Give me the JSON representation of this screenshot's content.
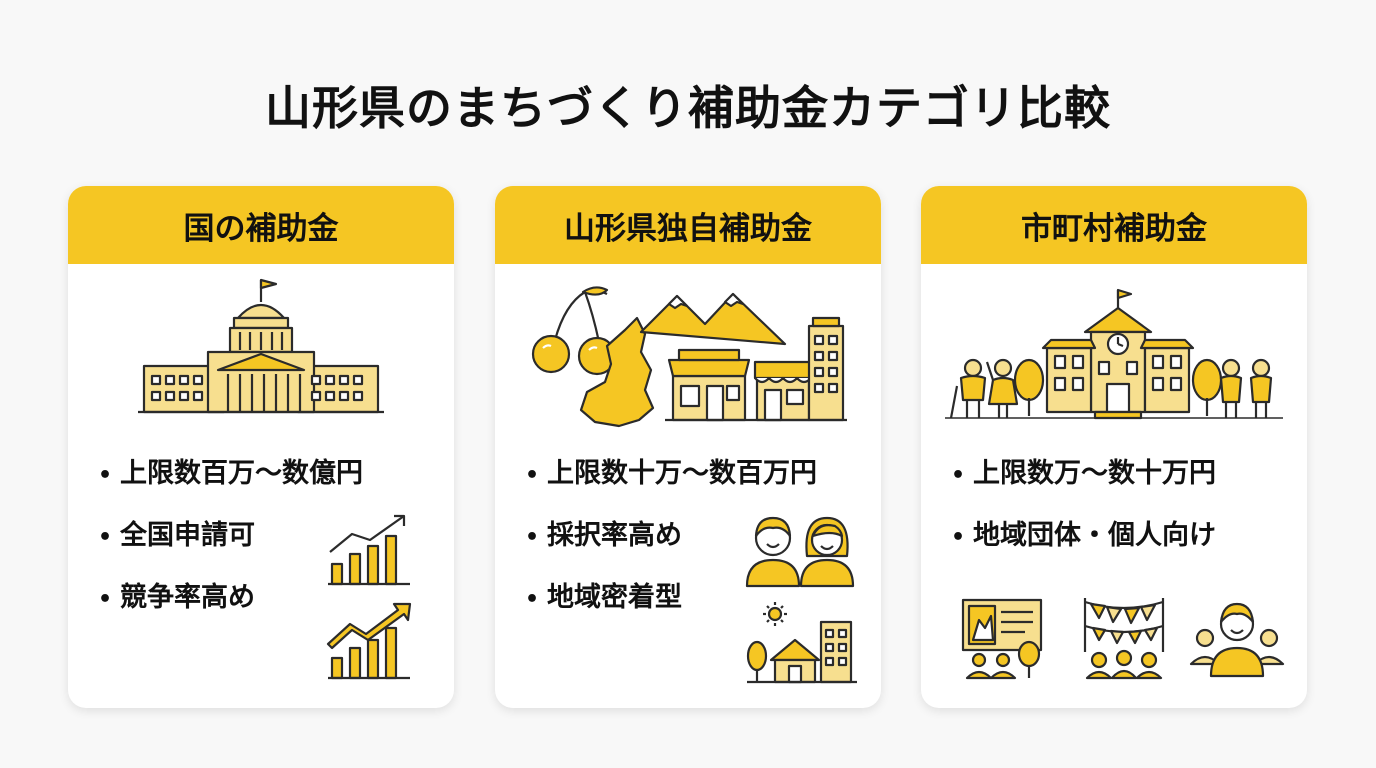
{
  "page_title": "山形県のまちづくり補助金カテゴリ比較",
  "colors": {
    "accent": "#f5c623",
    "icon_fill": "#f7df8f",
    "line": "#2b2b2b"
  },
  "cards": [
    {
      "title": "国の補助金",
      "bullets": [
        "上限数百万〜数億円",
        "全国申請可",
        "競争率高め"
      ],
      "icons": [
        "capitol-building-icon",
        "bar-chart-growth-icon",
        "bar-chart-growth-icon"
      ]
    },
    {
      "title": "山形県独自補助金",
      "bullets": [
        "上限数十万〜数百万円",
        "採択率高め",
        "地域密着型"
      ],
      "icons": [
        "cherry-icon",
        "yamagata-map-icon",
        "mountain-icon",
        "shop-icon",
        "building-icon",
        "people-icon",
        "town-icon"
      ]
    },
    {
      "title": "市町村補助金",
      "bullets": [
        "上限数万〜数十万円",
        "地域団体・個人向け"
      ],
      "icons": [
        "town-hall-icon",
        "tree-icon",
        "residents-icon",
        "presentation-icon",
        "festival-flags-icon",
        "group-icon"
      ]
    }
  ]
}
